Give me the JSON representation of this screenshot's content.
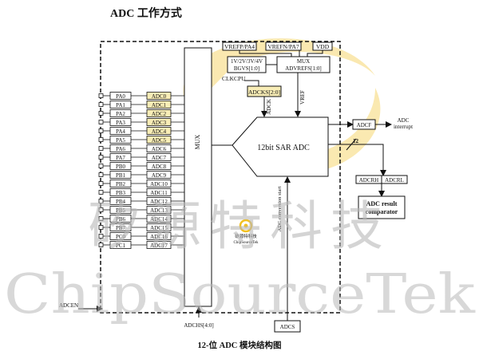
{
  "heading": "ADC 工作方式",
  "caption": "12-位 ADC 模块结构图",
  "watermark": {
    "cn": "矽源特科技",
    "en": "ChipSourceTek",
    "logo_cn": "矽源特科技",
    "logo_en": "ChipSourceTek"
  },
  "pins": [
    "PA0",
    "PA1",
    "PA2",
    "PA3",
    "PA4",
    "PA5",
    "PA6",
    "PA7",
    "PB0",
    "PB1",
    "PB2",
    "PB3",
    "PB4",
    "PB5",
    "PB6",
    "PB7",
    "PC0",
    "PC1"
  ],
  "channels": [
    "ADC0",
    "ADC1",
    "ADC2",
    "ADC3",
    "ADC4",
    "ADC5",
    "ADC6",
    "ADC7",
    "ADC8",
    "ADC9",
    "ADC10",
    "ADC11",
    "ADC12",
    "ADC13",
    "ADC14",
    "ADC15",
    "ADC16",
    "ADC17"
  ],
  "highlighted_channels": [
    0,
    1,
    2,
    3,
    4,
    5
  ],
  "mux_label": "MUX",
  "vref_pins": [
    "VREFP/PA4",
    "VREFN/PA7",
    "VDD"
  ],
  "bgvs_block": {
    "line1": "1V/2V/3V/4V",
    "line2": "BGVS[1:0]"
  },
  "mux_ref_block": {
    "line1": "MUX",
    "line2": "ADVREFS[1:0]"
  },
  "clk_label": "CLKCPU",
  "adcks_label": "ADCKS[2:0]",
  "adck_label": "ADCK",
  "vref_label": "VREF",
  "sar_label": "12bit  SAR ADC",
  "adcf_label": "ADCF",
  "interrupt_label": [
    "ADC",
    "interrupt"
  ],
  "bus_width": "12",
  "adcrh_label": "ADCRH",
  "adcrl_label": "ADCRL",
  "result_label": [
    "ADC result",
    "comparator"
  ],
  "conv_start_label": "ADC conversion start",
  "adcen_label": "ADCEN",
  "adchs_label": "ADCHS[4:0]",
  "adcs_label": "ADCS",
  "colors": {
    "highlight": "#f8edb6",
    "line": "#111111",
    "watermark": "#b9b9b9",
    "logo": "#f2c020"
  }
}
